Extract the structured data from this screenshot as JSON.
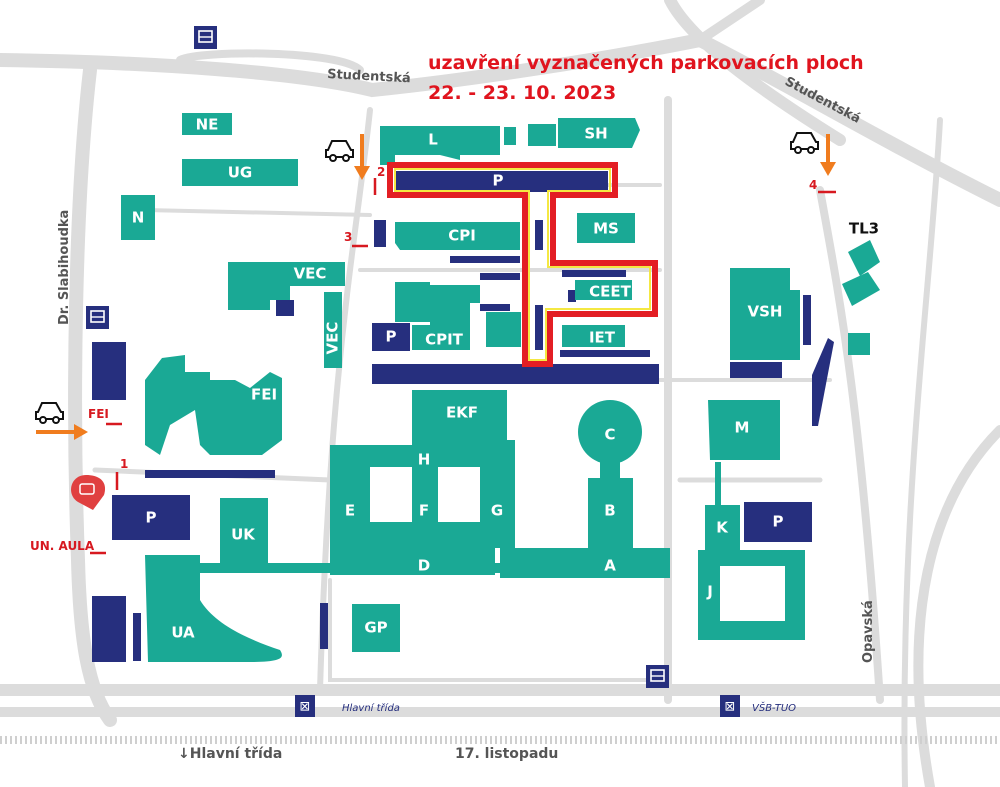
{
  "notice": {
    "line1": "uzavření vyznačených parkovacích ploch",
    "line2": "22. - 23. 10. 2023"
  },
  "streets": {
    "studentska_top": "Studentská",
    "studentska_right": "Studentská",
    "slabihoudka": "Dr. Slabihoudka",
    "opavska": "Opavská",
    "hlavni_trida_bottom": "↓Hlavní třída",
    "listopadu": "17. listopadu"
  },
  "stops": {
    "tram1": "Hlavní třída",
    "tram2": "VŠB-TUO"
  },
  "buildings": {
    "ne": "NE",
    "ug": "UG",
    "n": "N",
    "l": "L",
    "sh": "SH",
    "cpi": "CPI",
    "ms": "MS",
    "vec": "VEC",
    "vec_v": "VEC",
    "ceet": "CEET",
    "cpit": "CPIT",
    "iet": "IET",
    "tl3": "TL3",
    "vsh": "VSH",
    "fei": "FEI",
    "ekf": "EKF",
    "c": "C",
    "m": "M",
    "h": "H",
    "e": "E",
    "f": "F",
    "g": "G",
    "b": "B",
    "d": "D",
    "a": "A",
    "k": "K",
    "j": "J",
    "uk": "UK",
    "ua": "UA",
    "gp": "GP"
  },
  "parking": {
    "p_top": "P",
    "p_cpit": "P",
    "p_left": "P",
    "p_right": "P"
  },
  "entrances": {
    "e1": "1",
    "e2": "2",
    "e3": "3",
    "e4": "4",
    "fei": "FEI",
    "un_aula": "UN. AULA"
  },
  "colors": {
    "building": "#1aa995",
    "parking": "#262f7e",
    "closure_outline": "#e31e24",
    "closure_inner": "#f4e842",
    "arrow": "#f07c1e",
    "road": "#dcdcdc"
  },
  "icons": [
    "bus-stop-icon",
    "tram-stop-icon",
    "car-icon",
    "info-marker-icon"
  ]
}
